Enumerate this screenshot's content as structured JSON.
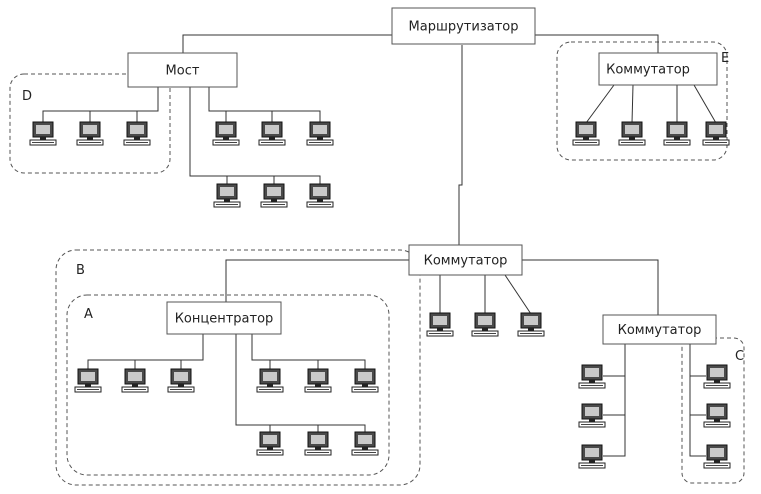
{
  "devices": {
    "router": "Маршрутизатор",
    "bridge": "Мост",
    "switch_top_right": "Коммутатор",
    "switch_center": "Коммутатор",
    "switch_right": "Коммутатор",
    "hub": "Концентратор"
  },
  "zones": {
    "a": "A",
    "b": "B",
    "c": "C",
    "d": "D",
    "e": "E"
  },
  "icons": {
    "workstation": "computer-icon"
  }
}
